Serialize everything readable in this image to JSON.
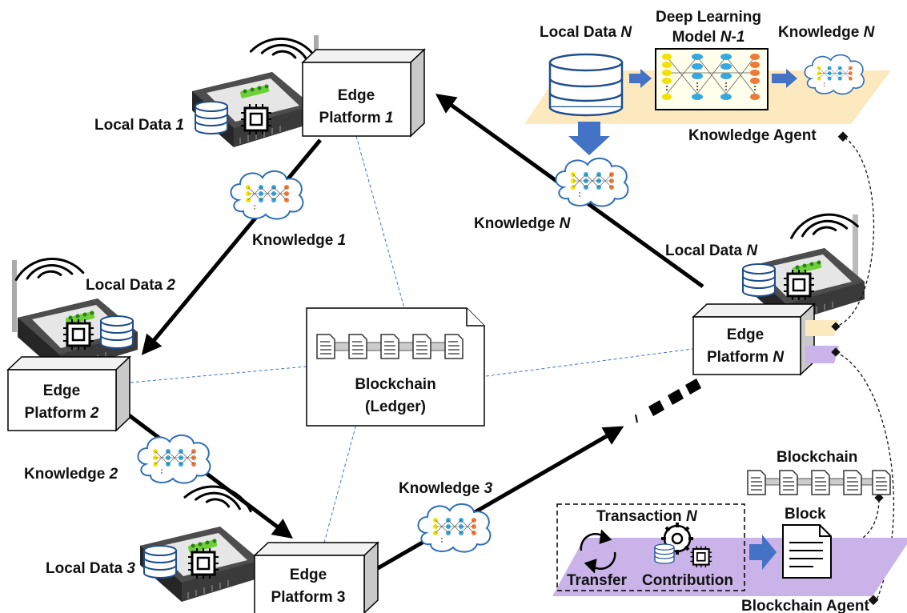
{
  "colors": {
    "arrow": "#000000",
    "dashed_link": "#4472c4",
    "knowledge_plane": "#fde9c0",
    "blockchain_plane": "#c9b3e8",
    "blue_arrow": "#4472c4",
    "cloud_stroke": "#2f6fb8",
    "neuron_yellow": "#f2e200",
    "neuron_blue": "#35a8e0",
    "neuron_orange": "#ee7a3a"
  },
  "edge_platforms": [
    {
      "line1": "Edge",
      "line2": "Platform",
      "num": "1"
    },
    {
      "line1": "Edge",
      "line2": "Platform",
      "num": "2"
    },
    {
      "line1": "Edge",
      "line2": "Platform",
      "num": "3"
    },
    {
      "line1": "Edge",
      "line2": "Platform",
      "num": "N"
    }
  ],
  "local_data": [
    {
      "label": "Local Data",
      "num": "1"
    },
    {
      "label": "Local Data",
      "num": "2"
    },
    {
      "label": "Local Data",
      "num": "3"
    },
    {
      "label": "Local Data",
      "num": "N"
    }
  ],
  "knowledge": [
    {
      "label": "Knowledge",
      "num": "1"
    },
    {
      "label": "Knowledge",
      "num": "2"
    },
    {
      "label": "Knowledge",
      "num": "3"
    },
    {
      "label": "Knowledge",
      "num": "N"
    }
  ],
  "ledger": {
    "line1": "Blockchain",
    "line2": "(Ledger)"
  },
  "knowledge_agent": {
    "title": "Knowledge Agent",
    "local_data_label": "Local Data",
    "local_data_num": "N",
    "model_line1": "Deep Learning",
    "model_line2": "Model",
    "model_num": "N-1",
    "knowledge_label": "Knowledge",
    "knowledge_num": "N"
  },
  "blockchain_agent": {
    "title": "Blockchain Agent",
    "chain_label": "Blockchain",
    "transaction_label": "Transaction",
    "transaction_num": "N",
    "transfer_label": "Transfer",
    "contribution_label": "Contribution",
    "block_label": "Block"
  }
}
